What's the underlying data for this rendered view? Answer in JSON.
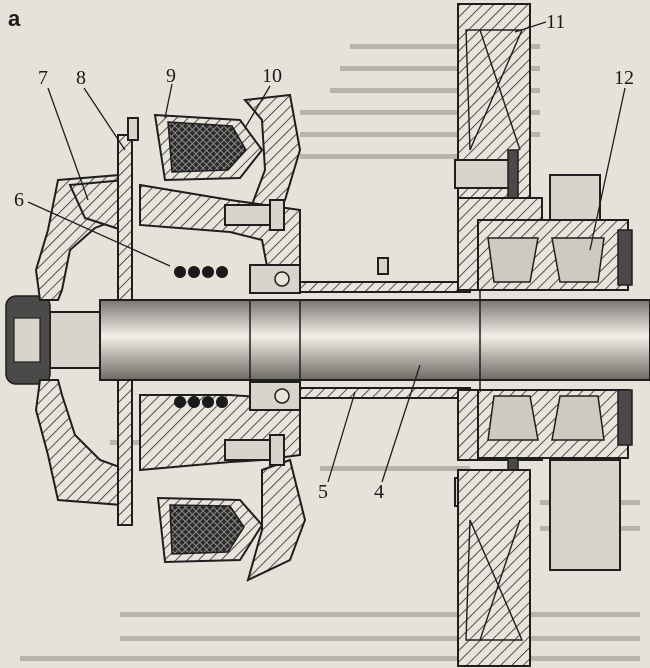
{
  "figure": {
    "panel_letter": "а",
    "callouts": {
      "c4": "4",
      "c5": "5",
      "c6": "6",
      "c7": "7",
      "c8": "8",
      "c9": "9",
      "c10": "10",
      "c11": "11",
      "c12": "12"
    },
    "colors": {
      "paper": "#e6e2da",
      "ink": "#1e1e1e",
      "shaft_highlight": "#f2efe8",
      "shaft_shadow": "#7a7772"
    }
  }
}
